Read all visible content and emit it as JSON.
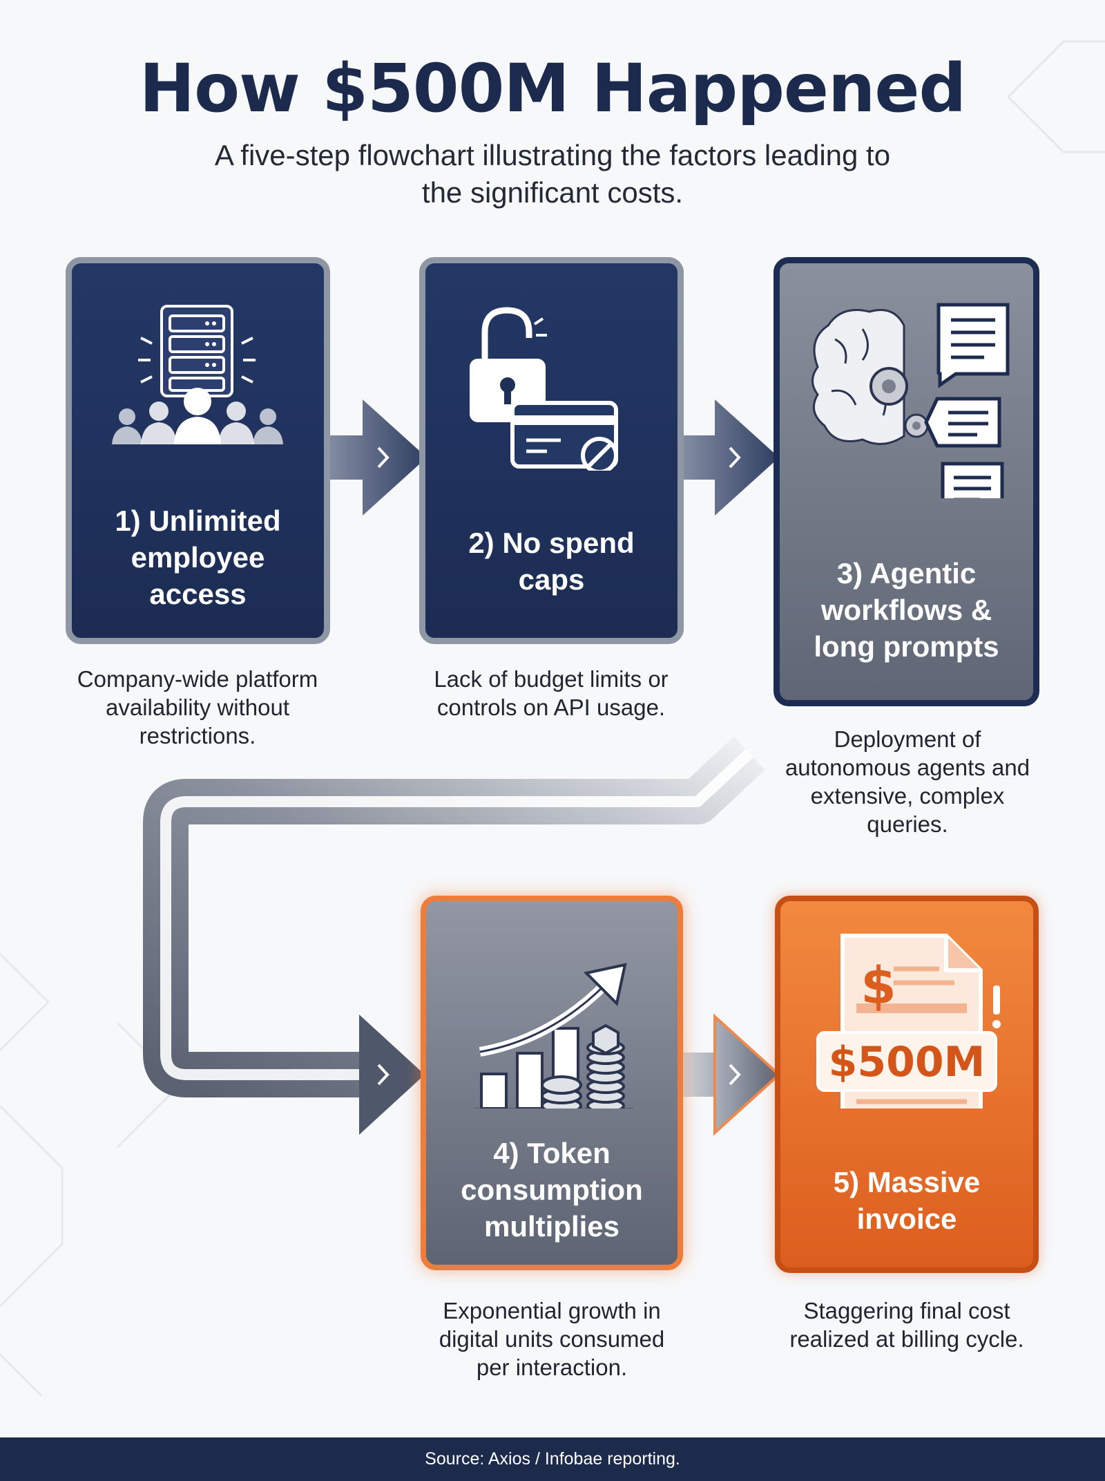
{
  "title": "How $500M Happened",
  "subtitle": "A five-step flowchart illustrating the factors leading to the significant costs.",
  "steps": [
    {
      "label": "1) Unlimited employee access",
      "description": "Company-wide platform availability without restrictions.",
      "icon": "server-users-icon"
    },
    {
      "label": "2) No spend caps",
      "description": "Lack of budget limits or controls on API usage.",
      "icon": "unlocked-credit-card-icon"
    },
    {
      "label": "3) Agentic workflows & long prompts",
      "description": "Deployment of autonomous agents and extensive, complex queries.",
      "icon": "brain-gears-documents-icon"
    },
    {
      "label": "4) Token consumption multiplies",
      "description": "Exponential growth in digital units consumed per interaction.",
      "icon": "growth-chart-coins-icon"
    },
    {
      "label": "5) Massive invoice",
      "description": "Staggering final cost realized at billing cycle.",
      "icon": "invoice-icon"
    }
  ],
  "invoice_amount": "$500M",
  "invoice_symbol": "$",
  "source": "Source: Axios / Infobae reporting.",
  "colors": {
    "navy": "#1c2c53",
    "orange": "#e8692a",
    "gray": "#6b7281",
    "background": "#f7f8fa"
  }
}
